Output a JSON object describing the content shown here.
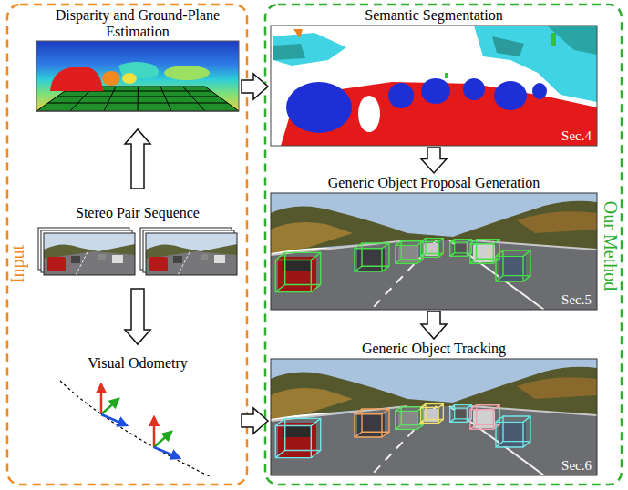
{
  "diagram": {
    "nodes": [
      {
        "text": [
          "Input"
        ]
      },
      {
        "text": [
          "Disparity and Ground-Plane Estimation"
        ],
        "in": 0
      },
      {
        "text": [
          "Stereo Pair Sequence"
        ],
        "in": 0
      },
      {
        "text": [
          "Visual Odometry"
        ],
        "in": 0
      },
      {
        "text": [
          "Our Method"
        ]
      },
      {
        "text": [
          "Semantic Segmentation",
          "Sec.4"
        ],
        "in": 4
      },
      {
        "text": [
          "Generic Object Proposal Generation",
          "Sec.5"
        ],
        "in": 4
      },
      {
        "text": [
          "Generic Object Tracking",
          "Sec.6"
        ],
        "in": 4
      }
    ],
    "edges": [
      {
        "from": 2,
        "to": 1,
        "arrow": "to"
      },
      {
        "from": 2,
        "to": 3,
        "arrow": "to"
      },
      {
        "from": 1,
        "to": 5,
        "arrow": "to"
      },
      {
        "from": 5,
        "to": 6,
        "arrow": "to"
      },
      {
        "from": 6,
        "to": 7,
        "arrow": "to"
      },
      {
        "from": 3,
        "to": 7,
        "arrow": "to"
      }
    ]
  }
}
